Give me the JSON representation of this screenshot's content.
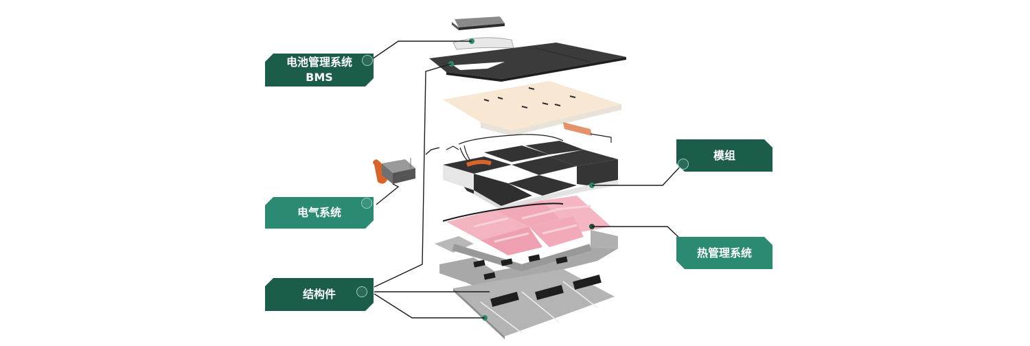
{
  "diagram": {
    "title": "Battery pack exploded view",
    "labels": {
      "bms": {
        "line1": "电池管理系统",
        "line2": "BMS"
      },
      "electrical": "电气系统",
      "structure": "结构件",
      "module": "模组",
      "thermal": "热管理系统"
    },
    "colors": {
      "label_dark": "#1c5c4a",
      "label_light": "#2a8a72",
      "leader_line": "#1a1a1a",
      "anchor_dot": "#2a8a6e",
      "cover": "#3a3a3a",
      "upper_tray": "#f5e6d3",
      "module_top": "#333333",
      "module_side": "#e6e6e6",
      "thermal_plate": "#f1a9b8",
      "frame": "#b5b5b5",
      "base": "#9e9e9e",
      "copper": "#d9642b"
    },
    "components": [
      "bms-unit",
      "top-cover",
      "upper-tray",
      "wiring-harness",
      "battery-modules",
      "thermal-plates",
      "structural-frame",
      "base-plate",
      "electrical-box"
    ]
  }
}
